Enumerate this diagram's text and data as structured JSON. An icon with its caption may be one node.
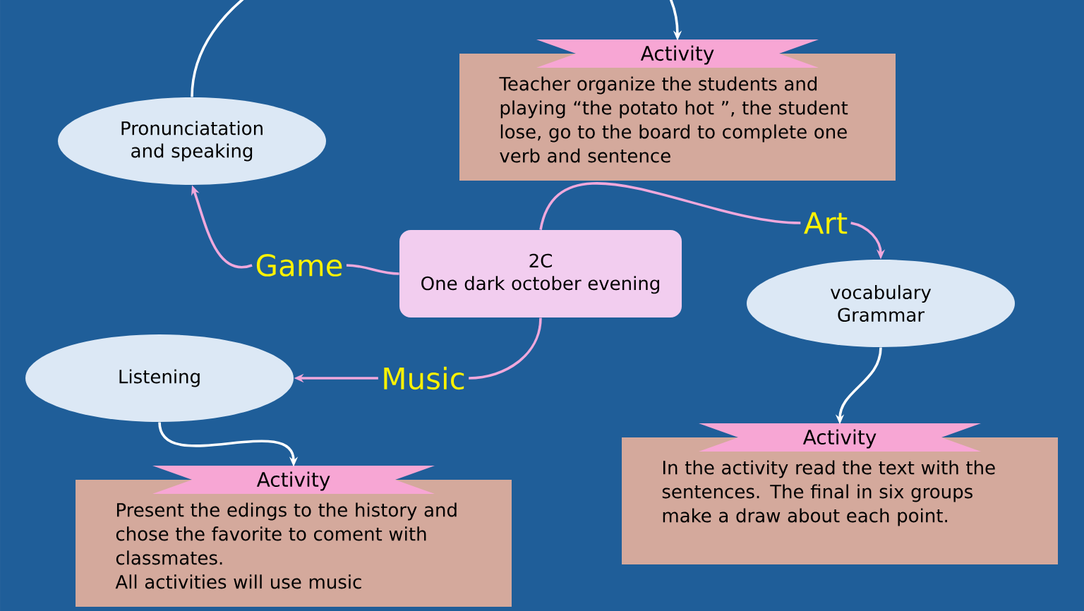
{
  "diagram": {
    "nodes": [
      {
        "text": [
          "2C",
          "One dark october evening"
        ]
      },
      {
        "text": [
          "Game"
        ]
      },
      {
        "text": [
          "Art"
        ]
      },
      {
        "text": [
          "Music"
        ]
      },
      {
        "text": [
          "Pronunciatation and speaking"
        ]
      },
      {
        "text": [
          "vocabulary Grammar"
        ]
      },
      {
        "text": [
          "Listening"
        ]
      },
      {
        "text": [
          "Activity"
        ]
      },
      {
        "text": [
          "Teacher organize the students and playing “the potato hot ”, the student lose, go to the board to complete one verb and sentence"
        ]
      },
      {
        "text": [
          "Activity"
        ]
      },
      {
        "text": [
          "In the activity read the text with the sentences. The final in six groups make a draw about each point."
        ]
      },
      {
        "text": [
          "Activity"
        ]
      },
      {
        "text": [
          "Present the edings to the history and chose the favorite to coment with classmates.",
          "All activities will use music"
        ]
      }
    ],
    "edges": [
      {
        "from": 0,
        "to": 1,
        "arrow": "none"
      },
      {
        "from": 1,
        "to": 4,
        "arrow": "to"
      },
      {
        "from": 0,
        "to": 2,
        "arrow": "none"
      },
      {
        "from": 2,
        "to": 5,
        "arrow": "to"
      },
      {
        "from": 0,
        "to": 3,
        "arrow": "none"
      },
      {
        "from": 3,
        "to": 6,
        "arrow": "to"
      },
      {
        "from": 4,
        "to": 7,
        "arrow": "to",
        "color": "#ffffff"
      },
      {
        "from": 5,
        "to": 9,
        "arrow": "to",
        "color": "#ffffff"
      },
      {
        "from": 6,
        "to": 11,
        "arrow": "to",
        "color": "#ffffff"
      }
    ]
  }
}
